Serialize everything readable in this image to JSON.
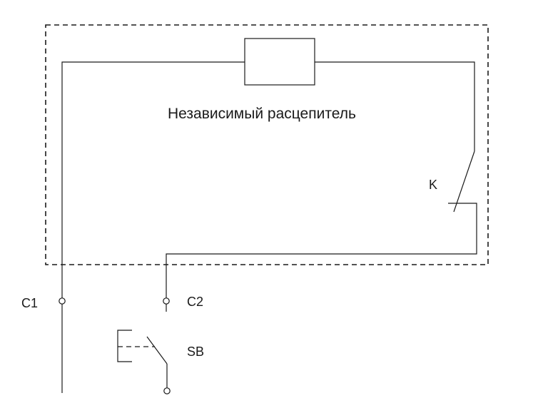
{
  "diagram": {
    "device_label": "Независимый расцепитель",
    "contact_label": "K",
    "terminal_1": "C1",
    "terminal_2": "C2",
    "button_label": "SB"
  }
}
